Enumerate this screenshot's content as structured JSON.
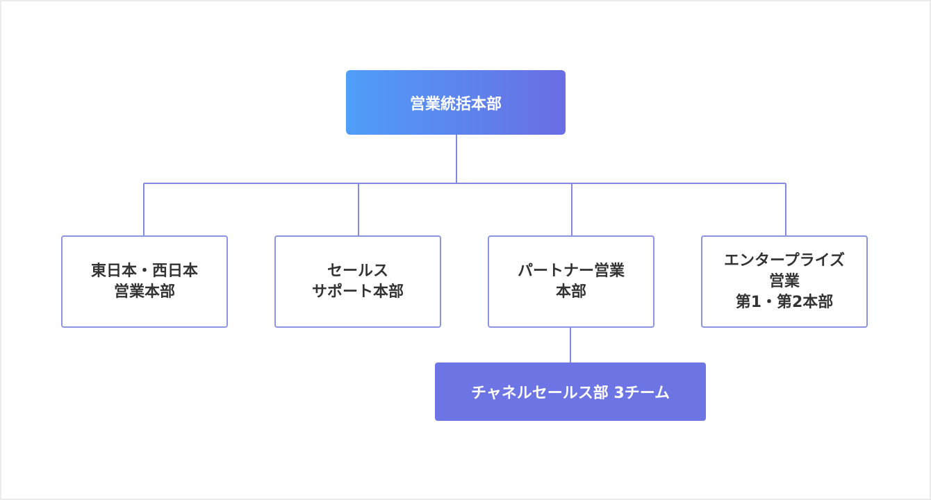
{
  "diagram": {
    "root": {
      "label": "営業統括本部"
    },
    "departments": [
      {
        "label": "東日本・西日本\n営業本部"
      },
      {
        "label": "セールス\nサポート本部"
      },
      {
        "label": "パートナー営業\n本部"
      },
      {
        "label": "エンタープライズ\n営業\n第1・第2本部"
      }
    ],
    "sub_team": {
      "label": "チャネルセールス部 3チーム"
    },
    "colors": {
      "root_gradient_start": "#4f9ef8",
      "root_gradient_end": "#6a6de3",
      "connector": "#8389e0",
      "box_border": "#8d93e3",
      "team_fill": "#6d74e3",
      "text_dark": "#333333"
    }
  }
}
